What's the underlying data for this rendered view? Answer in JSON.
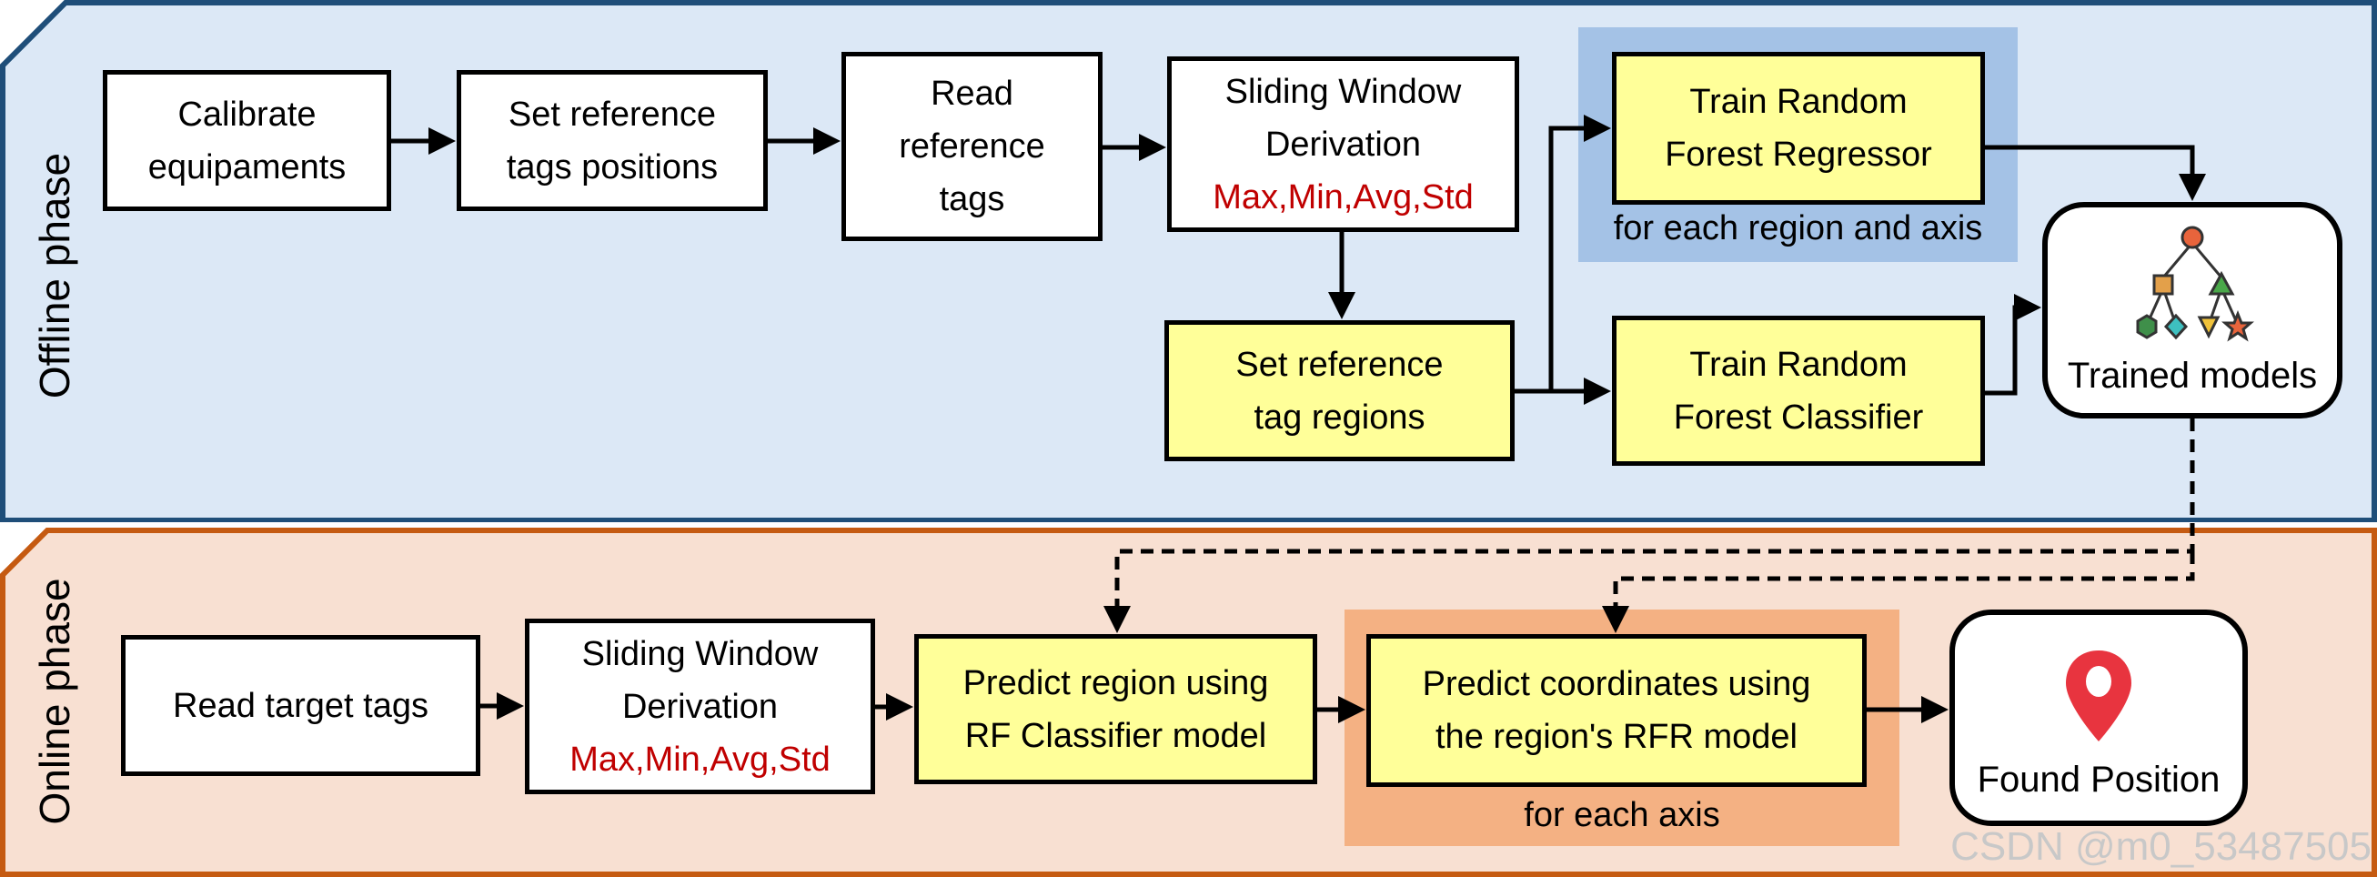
{
  "offline": {
    "label": "Offline phase",
    "colors": {
      "fill": "#dce8f6",
      "border": "#1f4e79"
    },
    "boxes": {
      "calibrate": "Calibrate\nequipaments",
      "set_ref_positions": "Set reference\ntags positions",
      "read_ref_tags": "Read\nreference\ntags",
      "sliding_window": "Sliding Window\nDerivation",
      "sliding_window_stats": "Max,Min,Avg,Std",
      "set_ref_regions": "Set reference\ntag regions",
      "train_rf_regressor": "Train Random\nForest Regressor",
      "train_rf_classifier": "Train Random\nForest Classifier"
    },
    "regressor_caption": "for each region and axis",
    "trained_models": "Trained models"
  },
  "online": {
    "label": "Online phase",
    "colors": {
      "fill": "#f8e0d2",
      "border": "#c55a11"
    },
    "boxes": {
      "read_target_tags": "Read target tags",
      "sliding_window": "Sliding Window\nDerivation",
      "sliding_window_stats": "Max,Min,Avg,Std",
      "predict_region": "Predict region using\nRF Classifier model",
      "predict_coords": "Predict coordinates using\nthe region's RFR model"
    },
    "coords_caption": "for each axis",
    "found_position": "Found Position"
  },
  "colors": {
    "box_yellow": "#ffff99",
    "stats_red": "#c00000",
    "regressor_highlight": "#a4c2e6",
    "coords_highlight": "#f4b183",
    "pin_red": "#e8343f"
  },
  "icons": [
    "decision-tree-icon",
    "location-pin-icon"
  ],
  "watermark": "CSDN @m0_53487505"
}
